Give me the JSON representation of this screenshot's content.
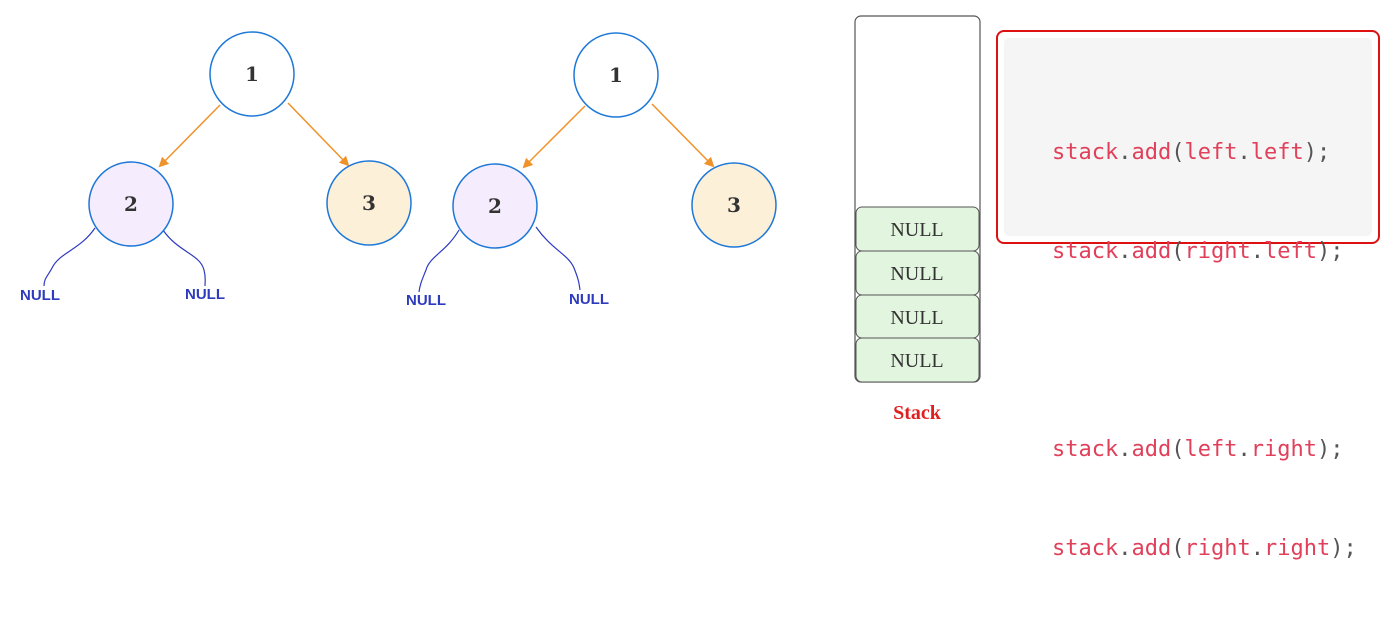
{
  "trees": [
    {
      "root": "1",
      "left": "2",
      "right": "3",
      "left_children": [
        "NULL",
        "NULL"
      ]
    },
    {
      "root": "1",
      "left": "2",
      "right": "3",
      "left_children": [
        "NULL",
        "NULL"
      ]
    }
  ],
  "stack": {
    "title": "Stack",
    "items": [
      "NULL",
      "NULL",
      "NULL",
      "NULL"
    ]
  },
  "code": {
    "lines": [
      [
        "stack",
        ".",
        "add",
        "(",
        "left",
        ".",
        "left",
        ");"
      ],
      [
        "stack",
        ".",
        "add",
        "(",
        "right",
        ".",
        "left",
        ");"
      ],
      [
        "stack",
        ".",
        "add",
        "(",
        "left",
        ".",
        "right",
        ");"
      ],
      [
        "stack",
        ".",
        "add",
        "(",
        "right",
        ".",
        "right",
        ");"
      ]
    ]
  },
  "colors": {
    "node_stroke": "#1e78d8",
    "root_fill": "#ffffff",
    "left_fill": "#f5ecfd",
    "right_fill": "#fcf0d8",
    "arrow": "#f0922a",
    "null_line": "#2e3bbf",
    "stack_item_fill": "#e2f5de",
    "code_border": "#dd1111",
    "stack_title": "#e02020"
  }
}
